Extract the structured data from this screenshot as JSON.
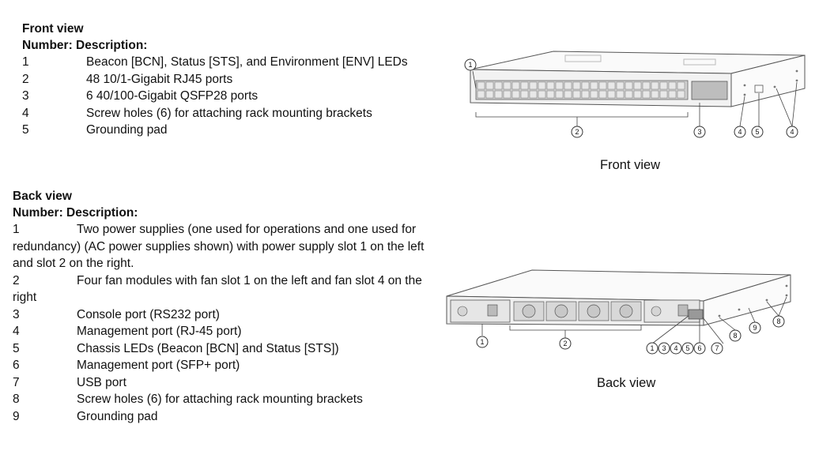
{
  "front": {
    "title": "Front view",
    "header": "Number:  Description:",
    "items": [
      {
        "num": "1",
        "text": "Beacon [BCN], Status [STS], and Environment [ENV] LEDs"
      },
      {
        "num": "2",
        "text": "48 10/1-Gigabit RJ45 ports"
      },
      {
        "num": "3",
        "text": "6 40/100-Gigabit QSFP28 ports"
      },
      {
        "num": "4",
        "text": "Screw holes (6) for attaching rack mounting brackets"
      },
      {
        "num": "5",
        "text": "Grounding pad"
      }
    ],
    "caption": "Front view",
    "callouts": [
      "1",
      "2",
      "3",
      "4",
      "5",
      "4"
    ]
  },
  "back": {
    "title": "Back view",
    "header": "Number:  Description:",
    "items": [
      {
        "num": "1",
        "text": "Two power supplies (one used for operations and one used for redundancy) (AC power supplies shown) with power supply slot 1 on the left and slot 2 on the right."
      },
      {
        "num": "2",
        "text": "Four fan modules with fan slot 1 on the left and fan slot 4 on the right"
      },
      {
        "num": "3",
        "text": "Console port (RS232 port)"
      },
      {
        "num": "4",
        "text": "Management port (RJ-45 port)"
      },
      {
        "num": "5",
        "text": "Chassis LEDs (Beacon [BCN] and Status [STS])"
      },
      {
        "num": "6",
        "text": "Management port (SFP+ port)"
      },
      {
        "num": "7",
        "text": "USB port"
      },
      {
        "num": "8",
        "text": "Screw holes (6) for attaching rack mounting brackets"
      },
      {
        "num": "9",
        "text": "Grounding pad"
      }
    ],
    "caption": "Back view",
    "callouts": [
      "1",
      "2",
      "1",
      "3",
      "4",
      "5",
      "6",
      "7",
      "8",
      "9",
      "8"
    ]
  }
}
